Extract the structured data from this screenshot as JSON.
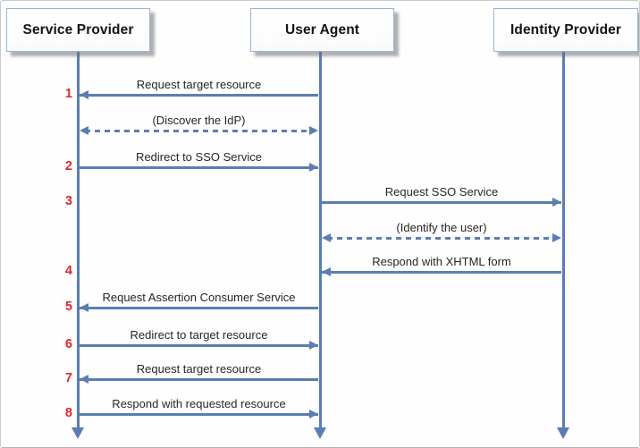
{
  "diagram": {
    "kind": "sequence-diagram",
    "actors": [
      {
        "id": "service-provider",
        "label": "Service Provider"
      },
      {
        "id": "user-agent",
        "label": "User Agent"
      },
      {
        "id": "identity-provider",
        "label": "Identity Provider"
      }
    ],
    "messages": [
      {
        "step": "1",
        "label": "Request target resource",
        "from": "user-agent",
        "to": "service-provider",
        "style": "solid",
        "heads": "to"
      },
      {
        "step": "",
        "label": "(Discover the IdP)",
        "from": "service-provider",
        "to": "user-agent",
        "style": "dashed",
        "heads": "both"
      },
      {
        "step": "2",
        "label": "Redirect to SSO Service",
        "from": "service-provider",
        "to": "user-agent",
        "style": "solid",
        "heads": "to"
      },
      {
        "step": "3",
        "label": "Request SSO Service",
        "from": "user-agent",
        "to": "identity-provider",
        "style": "solid",
        "heads": "to"
      },
      {
        "step": "",
        "label": "(Identify the user)",
        "from": "user-agent",
        "to": "identity-provider",
        "style": "dashed",
        "heads": "both"
      },
      {
        "step": "4",
        "label": "Respond with XHTML form",
        "from": "identity-provider",
        "to": "user-agent",
        "style": "solid",
        "heads": "to"
      },
      {
        "step": "5",
        "label": "Request Assertion Consumer Service",
        "from": "user-agent",
        "to": "service-provider",
        "style": "solid",
        "heads": "to"
      },
      {
        "step": "6",
        "label": "Redirect to target resource",
        "from": "service-provider",
        "to": "user-agent",
        "style": "solid",
        "heads": "to"
      },
      {
        "step": "7",
        "label": "Request target resource",
        "from": "user-agent",
        "to": "service-provider",
        "style": "solid",
        "heads": "to"
      },
      {
        "step": "8",
        "label": "Respond with requested resource",
        "from": "service-provider",
        "to": "user-agent",
        "style": "solid",
        "heads": "to"
      }
    ],
    "colors": {
      "line_blue": "#5b7db1",
      "step_red": "#e0262c",
      "box_border": "#9ab5d9",
      "label_text": "#262626",
      "header_text": "#141414"
    }
  }
}
